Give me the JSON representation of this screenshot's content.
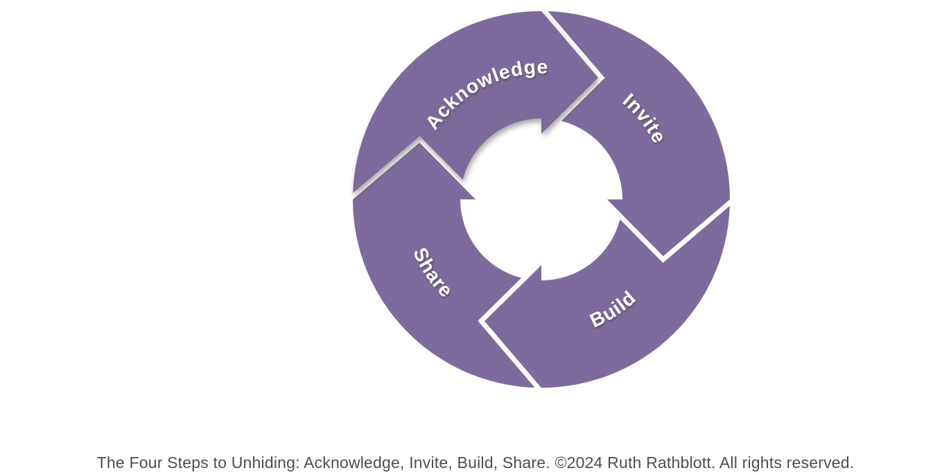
{
  "diagram": {
    "type": "cycle",
    "direction": "clockwise",
    "steps": [
      {
        "label": "Acknowledge",
        "position": "top"
      },
      {
        "label": "Invite",
        "position": "right"
      },
      {
        "label": "Build",
        "position": "bottom"
      },
      {
        "label": "Share",
        "position": "left"
      }
    ],
    "colors": {
      "arrow": "#7c6b9c",
      "label_text": "#ffffff",
      "background": "#ffffff",
      "caption_text": "#4e4e52"
    }
  },
  "caption": {
    "text": "The Four Steps to Unhiding: Acknowledge, Invite, Build, Share. ©2024 Ruth Rathblott. All rights reserved."
  }
}
